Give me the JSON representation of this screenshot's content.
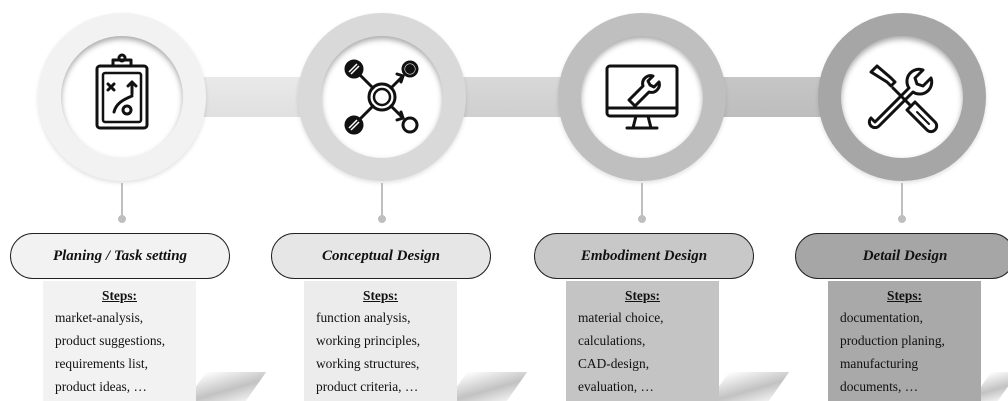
{
  "stages": [
    {
      "title": "Planing / Task setting",
      "icon": "clipboard-strategy-icon",
      "steps_heading": "Steps:",
      "steps": [
        "market-analysis,",
        "product suggestions,",
        "requirements list,",
        "product ideas, …"
      ]
    },
    {
      "title": "Conceptual Design",
      "icon": "network-nodes-icon",
      "steps_heading": "Steps:",
      "steps": [
        "function analysis,",
        "working principles,",
        "working structures,",
        "product criteria, …"
      ]
    },
    {
      "title": "Embodiment Design",
      "icon": "monitor-wrench-icon",
      "steps_heading": "Steps:",
      "steps": [
        "material choice,",
        "calculations,",
        "CAD-design,",
        "evaluation, …"
      ]
    },
    {
      "title": "Detail Design",
      "icon": "wrench-screwdriver-icon",
      "steps_heading": "Steps:",
      "steps": [
        "documentation,",
        "production planing,",
        "manufacturing",
        "documents, …"
      ]
    }
  ],
  "colors": {
    "stage1": "#f2f2f2",
    "stage2": "#d9d9d9",
    "stage3": "#bfbfbf",
    "stage4": "#a6a6a6",
    "outline": "#222222"
  }
}
